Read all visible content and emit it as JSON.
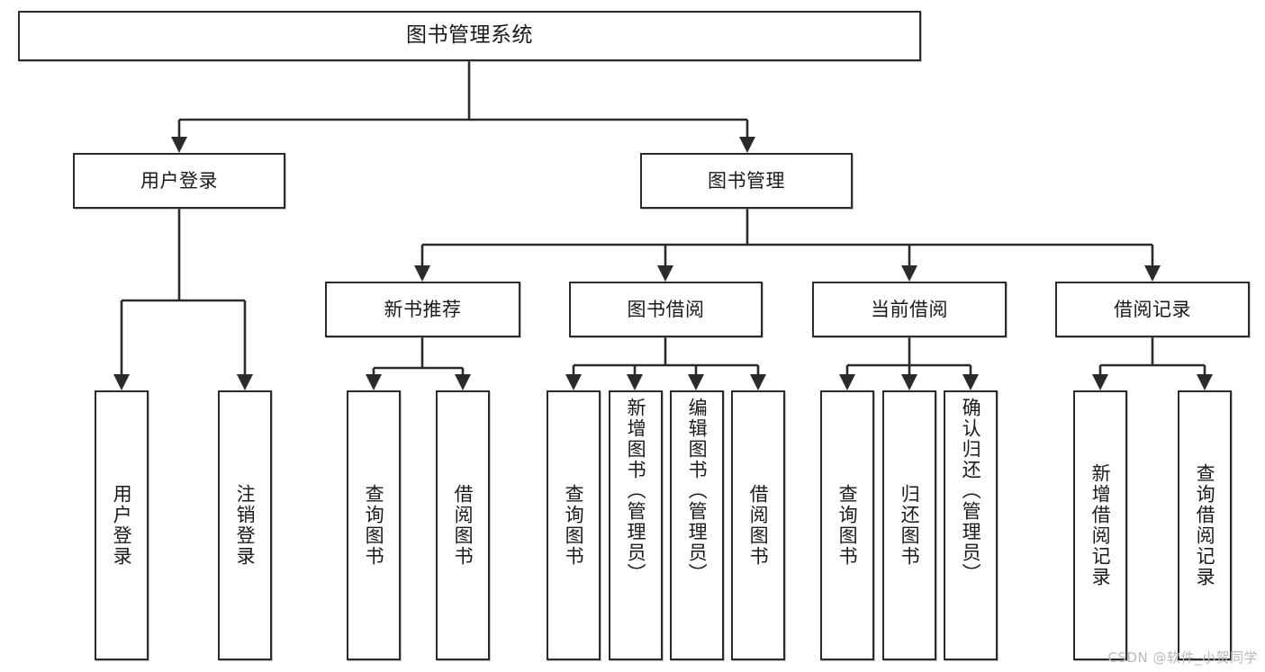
{
  "diagram": {
    "title_node": {
      "label": "图书管理系统"
    },
    "level1": [
      {
        "id": "user-login",
        "label": "用户登录"
      },
      {
        "id": "book-management",
        "label": "图书管理"
      }
    ],
    "level2": [
      {
        "id": "new-book-recommend",
        "label": "新书推荐"
      },
      {
        "id": "book-borrow",
        "label": "图书借阅"
      },
      {
        "id": "current-borrow",
        "label": "当前借阅"
      },
      {
        "id": "borrow-record",
        "label": "借阅记录"
      }
    ],
    "leaves": [
      {
        "id": "leaf-user-login",
        "label": "用户登录"
      },
      {
        "id": "leaf-logout-login",
        "label": "注销登录"
      },
      {
        "id": "leaf-query-book-1",
        "label": "查询图书"
      },
      {
        "id": "leaf-borrow-book-1",
        "label": "借阅图书"
      },
      {
        "id": "leaf-query-book-2",
        "label": "查询图书"
      },
      {
        "id": "leaf-add-book-admin",
        "label": "新增图书（管理员）"
      },
      {
        "id": "leaf-edit-book-admin",
        "label": "编辑图书（管理员）"
      },
      {
        "id": "leaf-borrow-book-2",
        "label": "借阅图书"
      },
      {
        "id": "leaf-query-book-3",
        "label": "查询图书"
      },
      {
        "id": "leaf-return-book",
        "label": "归还图书"
      },
      {
        "id": "leaf-confirm-return-admin",
        "label": "确认归还（管理员）"
      },
      {
        "id": "leaf-add-borrow-record",
        "label": "新增借阅记录"
      },
      {
        "id": "leaf-query-borrow-record",
        "label": "查询借阅记录"
      }
    ],
    "watermark": "CSDN @软件_小贺同学",
    "colors": {
      "node_border": "#2b2b2b",
      "node_fill": "#ffffff",
      "edge": "#2b2b2b",
      "text": "#1a1a1a",
      "watermark": "#b9b9b9",
      "background": "#ffffff"
    }
  }
}
